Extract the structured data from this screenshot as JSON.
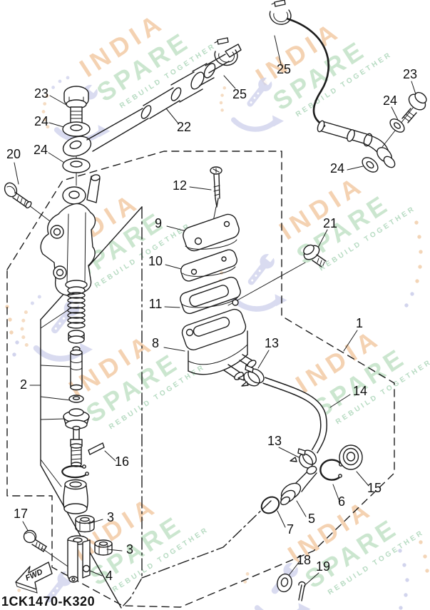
{
  "watermark": {
    "brand_top": "INDIA",
    "brand_bottom": "SPARE",
    "tagline": "REBUILD TOGETHER",
    "colors": {
      "brand_top": "#f2c79f",
      "brand_bottom": "#bfe0c4",
      "tagline": "#a5d2b3",
      "icon": "#c7cae9",
      "dots_warm": "#f0cba6"
    }
  },
  "diagram": {
    "part_code": "1CK1470-K320",
    "fwd_label": "FWD",
    "line_color": "#1d1d1d",
    "callouts": [
      {
        "n": "23"
      },
      {
        "n": "24"
      },
      {
        "n": "20"
      },
      {
        "n": "24"
      },
      {
        "n": "22"
      },
      {
        "n": "25"
      },
      {
        "n": "25"
      },
      {
        "n": "23"
      },
      {
        "n": "24"
      },
      {
        "n": "24"
      },
      {
        "n": "12"
      },
      {
        "n": "9"
      },
      {
        "n": "10"
      },
      {
        "n": "11"
      },
      {
        "n": "8"
      },
      {
        "n": "21"
      },
      {
        "n": "1"
      },
      {
        "n": "2"
      },
      {
        "n": "13"
      },
      {
        "n": "14"
      },
      {
        "n": "13"
      },
      {
        "n": "16"
      },
      {
        "n": "15"
      },
      {
        "n": "6"
      },
      {
        "n": "5"
      },
      {
        "n": "7"
      },
      {
        "n": "17"
      },
      {
        "n": "3"
      },
      {
        "n": "3"
      },
      {
        "n": "4"
      },
      {
        "n": "18"
      },
      {
        "n": "19"
      }
    ]
  }
}
